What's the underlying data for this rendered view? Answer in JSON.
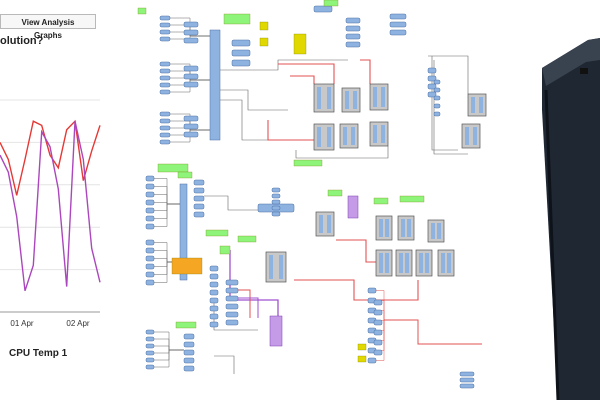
{
  "left_panel": {
    "view_button_label": "View Analysis Graphs",
    "question_text": "olution?",
    "chart_title": "CPU Temp 1"
  },
  "chart_data": {
    "type": "line",
    "title": "CPU Temp 1",
    "x_tick_labels": [
      "01 Apr",
      "02 Apr"
    ],
    "series": [
      {
        "color": "#e53935",
        "values": [
          0.8,
          0.72,
          0.55,
          0.72,
          0.9,
          0.88,
          0.74,
          0.68,
          0.86,
          0.9,
          0.62,
          0.76,
          0.88
        ]
      },
      {
        "color": "#ab47bc",
        "values": [
          0.74,
          0.66,
          0.45,
          0.1,
          0.22,
          0.85,
          0.78,
          0.58,
          0.12,
          0.9,
          0.72,
          0.3,
          0.14
        ]
      }
    ],
    "grid": true
  },
  "colors": {
    "block_blue": "#8fb3e0",
    "block_grey": "#c8c8c8",
    "label_green": "#8ef57a",
    "label_orange": "#f5a623",
    "wire_red": "#e35252",
    "wire_purple": "#a050d0",
    "wire_grey": "#666666",
    "wire_yellow": "#e0d800"
  },
  "photo": {
    "icon": "server-case-photo"
  }
}
